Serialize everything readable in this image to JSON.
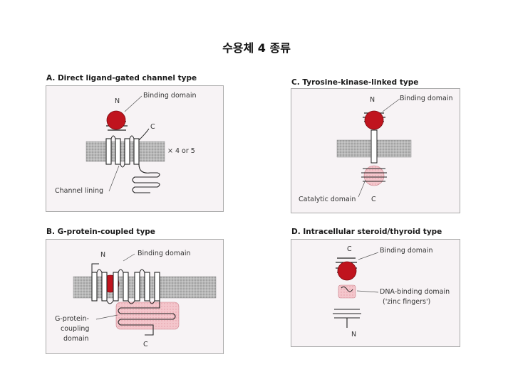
{
  "title": "수용체 4 종류",
  "panels": {
    "a": {
      "heading": "A. Direct ligand-gated channel type",
      "n_label": "N",
      "binding_domain": "Binding domain",
      "c_label": "C",
      "multiplier": "× 4 or 5",
      "channel_lining": "Channel lining"
    },
    "b": {
      "heading": "B. G-protein-coupled type",
      "n_label": "N",
      "binding_domain": "Binding domain",
      "gprotein_line1": "G-protein-",
      "gprotein_line2": "coupling",
      "gprotein_line3": "domain",
      "c_label": "C"
    },
    "c": {
      "heading": "C. Tyrosine-kinase-linked type",
      "n_label": "N",
      "binding_domain": "Binding domain",
      "catalytic_domain": "Catalytic domain",
      "c_label": "C"
    },
    "d": {
      "heading": "D. Intracellular steroid/thyroid type",
      "c_label": "C",
      "binding_domain": "Binding domain",
      "dna_line1": "DNA-binding domain",
      "dna_line2": "('zinc fingers')",
      "n_label": "N"
    }
  },
  "colors": {
    "ligand_red": "#c0141e",
    "membrane_gray": "#b8b8b8",
    "domain_pink": "#f4c6cc",
    "panel_bg": "#f7f3f5"
  }
}
